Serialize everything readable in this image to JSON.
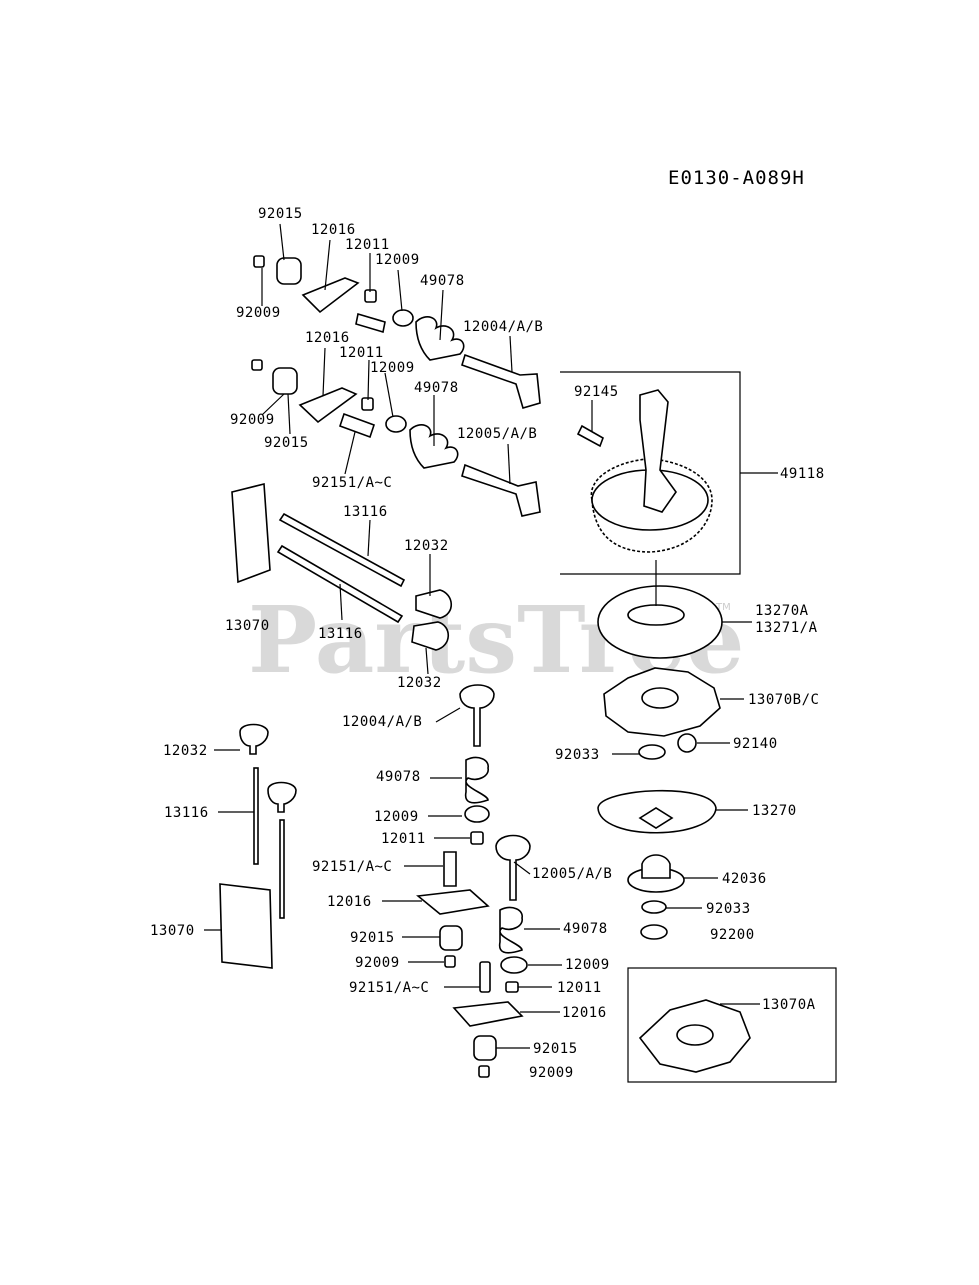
{
  "diagram_code": "E0130-A089H",
  "watermark": "PartsTree",
  "watermark_mark": "TM",
  "labels": {
    "p92015_a": "92015",
    "p12016_a": "12016",
    "p12011_a": "12011",
    "p12009_a": "12009",
    "p49078_a": "49078",
    "p92009_a": "92009",
    "p12004_a": "12004/A/B",
    "p12016_b": "12016",
    "p12011_b": "12011",
    "p12009_b": "12009",
    "p49078_b": "49078",
    "p92009_b": "92009",
    "p92015_b": "92015",
    "p12005_a": "12005/A/B",
    "p92151_a": "92151/A~C",
    "p92145": "92145",
    "p49118": "49118",
    "p13116_a": "13116",
    "p12032_a": "12032",
    "p13070_a": "13070",
    "p13116_b": "13116",
    "p12032_b": "12032",
    "p13270a": "13270A",
    "p13271a": "13271/A",
    "p13070bc": "13070B/C",
    "p12004_b": "12004/A/B",
    "p92140": "92140",
    "p92033_a": "92033",
    "p49078_c": "49078",
    "p13270": "13270",
    "p12009_c": "12009",
    "p12011_c": "12011",
    "p12032_c": "12032",
    "p13116_c": "13116",
    "p92151_b": "92151/A~C",
    "p12005_b": "12005/A/B",
    "p42036": "42036",
    "p12016_c": "12016",
    "p92033_b": "92033",
    "p92200": "92200",
    "p13070_b": "13070",
    "p92015_c": "92015",
    "p49078_d": "49078",
    "p92009_c": "92009",
    "p12009_d": "12009",
    "p92151_c": "92151/A~C",
    "p12011_d": "12011",
    "p12016_d": "12016",
    "p13070a": "13070A",
    "p92015_d": "92015",
    "p92009_d": "92009"
  }
}
